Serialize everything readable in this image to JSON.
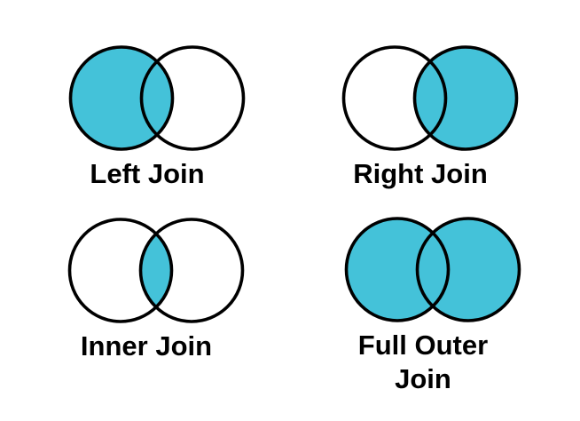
{
  "figure": {
    "description": "Four Venn diagrams illustrating SQL join types",
    "background": "#ffffff"
  },
  "colors": {
    "fill": "#44C2D9",
    "empty": "#ffffff",
    "stroke": "#000000",
    "text": "#000000"
  },
  "diagrams": [
    {
      "id": "left-join",
      "label": "Left Join",
      "left_filled": true,
      "right_filled": false,
      "intersection_filled": true
    },
    {
      "id": "right-join",
      "label": "Right Join",
      "left_filled": false,
      "right_filled": true,
      "intersection_filled": true
    },
    {
      "id": "inner-join",
      "label": "Inner Join",
      "left_filled": false,
      "right_filled": false,
      "intersection_filled": true
    },
    {
      "id": "full-outer-join",
      "label": "Full Outer\nJoin",
      "left_filled": true,
      "right_filled": true,
      "intersection_filled": true
    }
  ]
}
